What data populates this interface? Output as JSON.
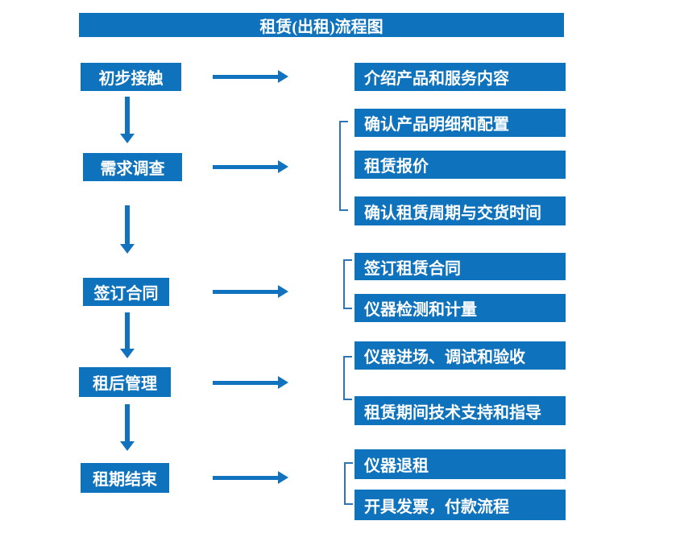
{
  "title": "租赁(出租)流程图",
  "colors": {
    "accent": "#0F72BC",
    "arrow": "#1173BE",
    "bracket": "#2E75B6",
    "box_text": "#FFFFFF",
    "page_bg": "#FFFFFF"
  },
  "stages": [
    {
      "label": "初步接触",
      "outputs": [
        "介绍产品和服务内容"
      ]
    },
    {
      "label": "需求调查",
      "outputs": [
        "确认产品明细和配置",
        "租赁报价",
        "确认租赁周期与交货时间"
      ]
    },
    {
      "label": "签订合同",
      "outputs": [
        "签订租赁合同",
        "仪器检测和计量"
      ]
    },
    {
      "label": "租后管理",
      "outputs": [
        "仪器进场、调试和验收",
        "租赁期间技术支持和指导"
      ]
    },
    {
      "label": "租期结束",
      "outputs": [
        "仪器退租",
        "开具发票，付款流程"
      ]
    }
  ]
}
